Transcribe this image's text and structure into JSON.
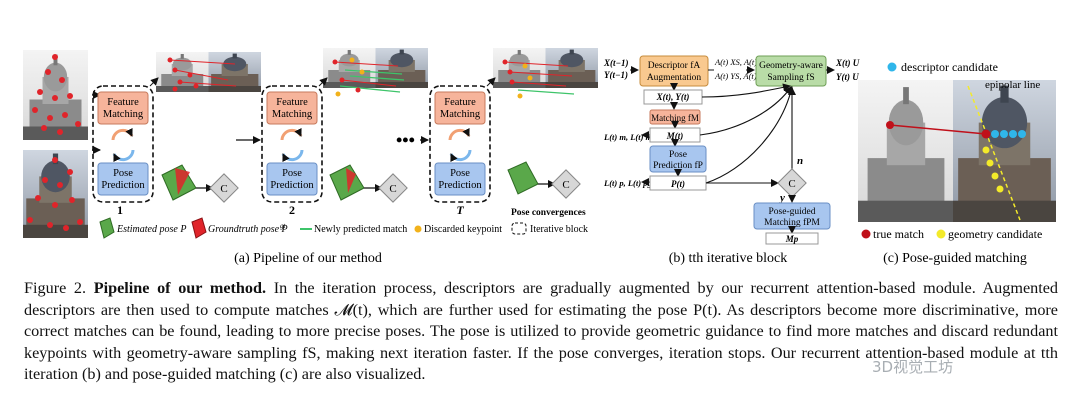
{
  "panel_a": {
    "feature_matching": [
      "Feature",
      "Matching"
    ],
    "pose_prediction": [
      "Pose",
      "Prediction"
    ],
    "iter_1": "1",
    "iter_2": "2",
    "iter_t": "T",
    "dots": "•••",
    "c_node": "C",
    "pose_convergences": "Pose convergences",
    "legend": {
      "estimated_pose": "Estimated pose P",
      "groundtruth_pose": "Groundtruth pose P",
      "groundtruth_sup": "gt",
      "newly_predicted": "Newly predicted match",
      "discarded_keypoint": "Discarded keypoint",
      "iterative_block": "Iterative block"
    },
    "caption": "(a) Pipeline of our method"
  },
  "panel_b": {
    "inputs": [
      "X(t−1)",
      "Y(t−1)"
    ],
    "descriptor_aug": [
      "Descriptor fA",
      "Augmentation"
    ],
    "attn": [
      "A(t) XS, A(t) XC",
      "A(t) YS, A(t) YC"
    ],
    "geometry_sampling": [
      "Geometry-aware",
      "Sampling fS"
    ],
    "outputs": [
      "X(t) U",
      "Y(t) U"
    ],
    "xy_t": "X(t), Y(t)",
    "matching": "Matching fM",
    "losses_m": "L(t) m, L(t) mg",
    "m_t": "M(t)",
    "pose_pred": [
      "Pose",
      "Prediction fP"
    ],
    "losses_p": "L(t) p, L(t) pg",
    "p_t": "P(t)",
    "n": "n",
    "y": "y",
    "c": "C",
    "pose_guided": [
      "Pose-guided",
      "Matching fPM"
    ],
    "mp": "Mp",
    "caption": "(b) tth iterative block"
  },
  "panel_c": {
    "descriptor_candidate": "descriptor candidate",
    "epipolar_line": "epipolar line",
    "true_match": "true match",
    "geometry_candidate": "geometry candidate",
    "caption": "(c) Pose-guided matching"
  },
  "caption": {
    "prefix": "Figure 2.",
    "bold": "Pipeline of our method.",
    "body": "In the iteration process, descriptors are gradually augmented by our recurrent attention-based module. Augmented descriptors are then used to compute matches 𝓜(t), which are further used for estimating the pose P(t). As descriptors become more discriminative, more correct matches can be found, leading to more precise poses. The pose is utilized to provide geometric guidance to find more matches and discard redundant keypoints with geometry-aware sampling fS, making next iteration faster. If the pose converges, iteration stops. Our recurrent attention-based module at tth iteration (b) and pose-guided matching (c) are also visualized."
  },
  "watermark": "3D视觉工坊",
  "colors": {
    "feature_box": "#f6b49b",
    "pose_box": "#a8c6ef",
    "desc_aug_box": "#f9c98f",
    "geo_box": "#b9dca7",
    "pose_guided_box": "#a8c6ef",
    "true_match": "#c0101a",
    "geometry_candidate": "#f3ea2a",
    "descriptor_candidate": "#2fb6ea",
    "estimated_pose": "#5aa84a",
    "groundtruth_pose": "#e0242a",
    "new_match": "#3ec46a",
    "discarded": "#f2b21b"
  }
}
